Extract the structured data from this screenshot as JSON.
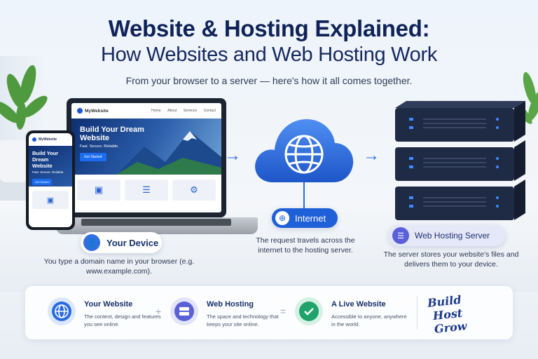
{
  "header": {
    "title_line1": "Website & Hosting Explained:",
    "title_line2": "How Websites and Web Hosting Work",
    "subtitle": "From your browser to a server — here's how it all comes together."
  },
  "laptop_site": {
    "brand": "MyWebsite",
    "nav_links": [
      "Home",
      "About",
      "Services",
      "Contact"
    ],
    "hero_title": "Build Your Dream Website",
    "hero_tagline": "Fast. Secure. Reliable.",
    "hero_button": "Get Started"
  },
  "phone_site": {
    "brand": "MyWebsite",
    "hero_title": "Build Your Dream Website",
    "hero_tagline": "Fast. Secure. Reliable.",
    "hero_button": "Get Started"
  },
  "flow": {
    "device": {
      "label": "Your Device",
      "description": "You type a domain name in your browser (e.g. www.example.com)."
    },
    "internet": {
      "label": "Internet",
      "description": "The request travels across the internet to the hosting server."
    },
    "server": {
      "label": "Web Hosting Server",
      "description": "The server stores your website's files and delivers them to your device."
    }
  },
  "summary": {
    "items": [
      {
        "title": "Your Website",
        "description": "The content, design and features you see online."
      },
      {
        "title": "Web Hosting",
        "description": "The space and technology that keeps your site online."
      },
      {
        "title": "A Live Website",
        "description": "Accessible to anyone, anywhere in the world."
      }
    ],
    "op_plus": "+",
    "op_equals": "=",
    "tagline": [
      "Build",
      "Host",
      "Grow"
    ]
  },
  "colors": {
    "primary": "#1f5fd8",
    "navy": "#0f2358",
    "server_accent": "#5a60d8",
    "success": "#1fa36a"
  },
  "icons": {
    "device": "user-icon",
    "internet": "globe-icon",
    "server": "server-icon",
    "website": "globe-icon",
    "hosting": "server-icon",
    "live": "check-icon"
  }
}
